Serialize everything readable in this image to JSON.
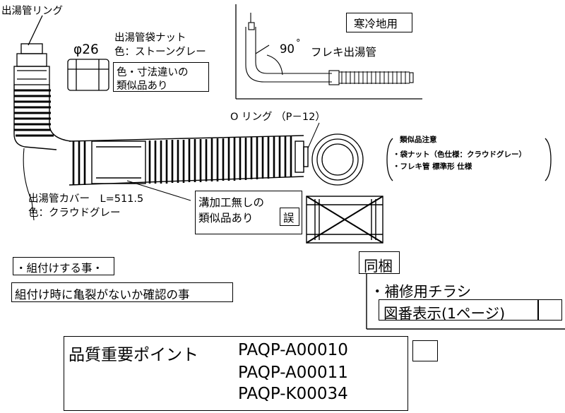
{
  "labels": {
    "ring_top": "出湯管リング",
    "phi": "φ26",
    "nut_name": "出湯管袋ナット",
    "nut_color": "色：ストーングレー",
    "nut_similar_1": "色・寸法違いの",
    "nut_similar_2": "類似品あり",
    "cold_region": "寒冷地用",
    "flex_90_deg": "90",
    "flex_90_name": "フレキ出湯管",
    "oring": "O リング （P－12）",
    "similar_title": "類似品注意",
    "similar_item_1": "・袋ナット（色仕様：クラウドグレー）",
    "similar_item_2": "・フレキ管 標準形 仕様",
    "cover_name": "出湯管カバー　L=511.5",
    "cover_color": "色：クラウドグレー",
    "groove_1": "溝加工無しの",
    "groove_2": "類似品あり",
    "wrong": "誤"
  },
  "notes": {
    "assemble": "・組付けする事・",
    "crack_check": "組付け時に亀裂がないか確認の事"
  },
  "bundle": {
    "title": "同梱",
    "item": "・補修用チラシ",
    "drawing_no": "図番表示(1ページ)"
  },
  "quality": {
    "title": "品質重要ポイント",
    "codes": [
      "PAQP-A00010",
      "PAQP-A00011",
      "PAQP-K00034"
    ]
  }
}
